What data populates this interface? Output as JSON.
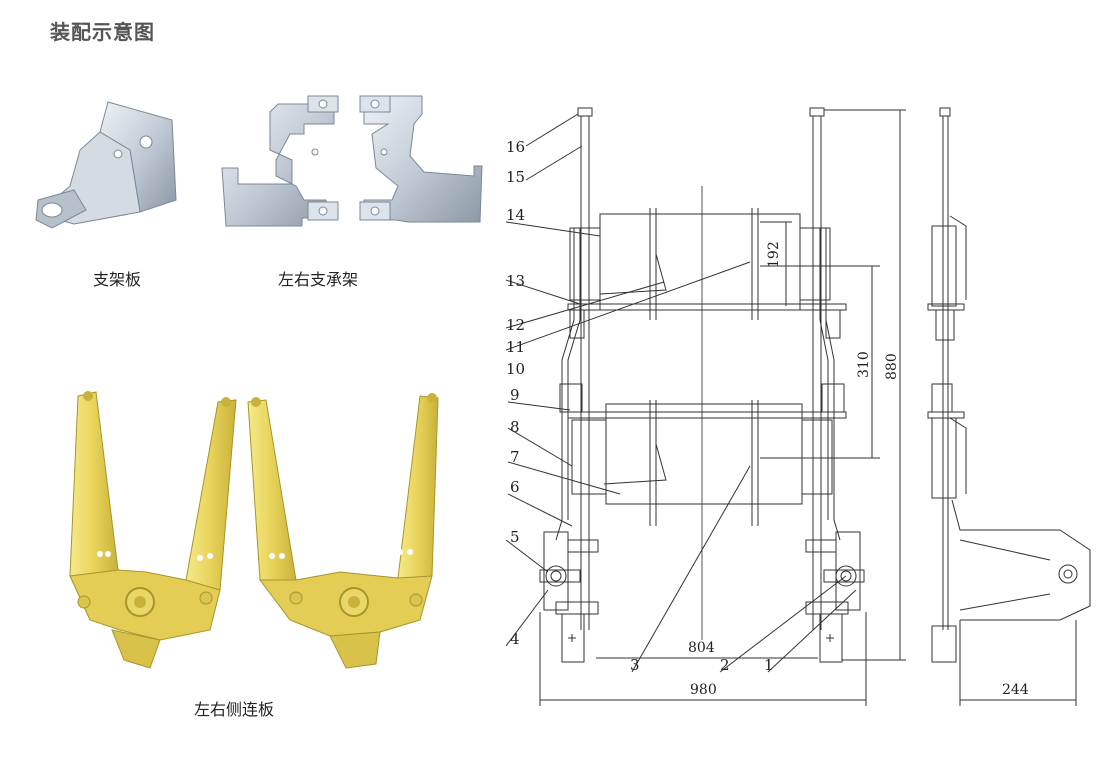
{
  "title": "装配示意图",
  "captions": {
    "bracket": "支架板",
    "lr_support": "左右支承架",
    "lr_side_plate": "左右侧连板"
  },
  "callouts": [
    "16",
    "15",
    "14",
    "13",
    "12",
    "11",
    "10",
    "9",
    "8",
    "7",
    "6",
    "5",
    "4",
    "3",
    "2",
    "1"
  ],
  "dimensions": {
    "d192": "192",
    "d310": "310",
    "d880": "880",
    "d804": "804",
    "d980": "980",
    "d244": "244"
  },
  "colors": {
    "steel": "#c9d3dd",
    "steel_dark": "#8a97a6",
    "brass": "#e8d560",
    "brass_dark": "#a8952a",
    "line": "#333333"
  }
}
